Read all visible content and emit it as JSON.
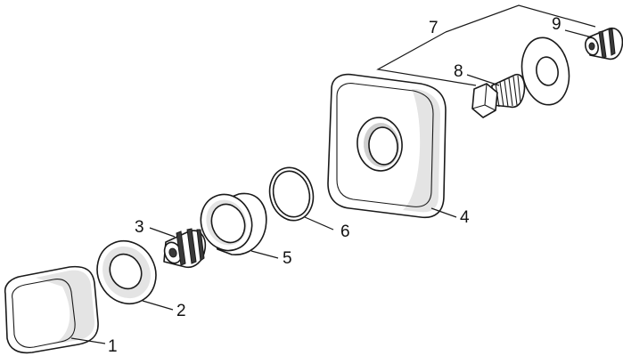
{
  "callouts": {
    "c1": "1",
    "c2": "2",
    "c3": "3",
    "c4": "4",
    "c5": "5",
    "c6": "6",
    "c7": "7",
    "c8": "8",
    "c9": "9"
  },
  "colors": {
    "line": "#1a1a1a",
    "fill": "#ffffff",
    "shade": "#e4e4e4"
  }
}
